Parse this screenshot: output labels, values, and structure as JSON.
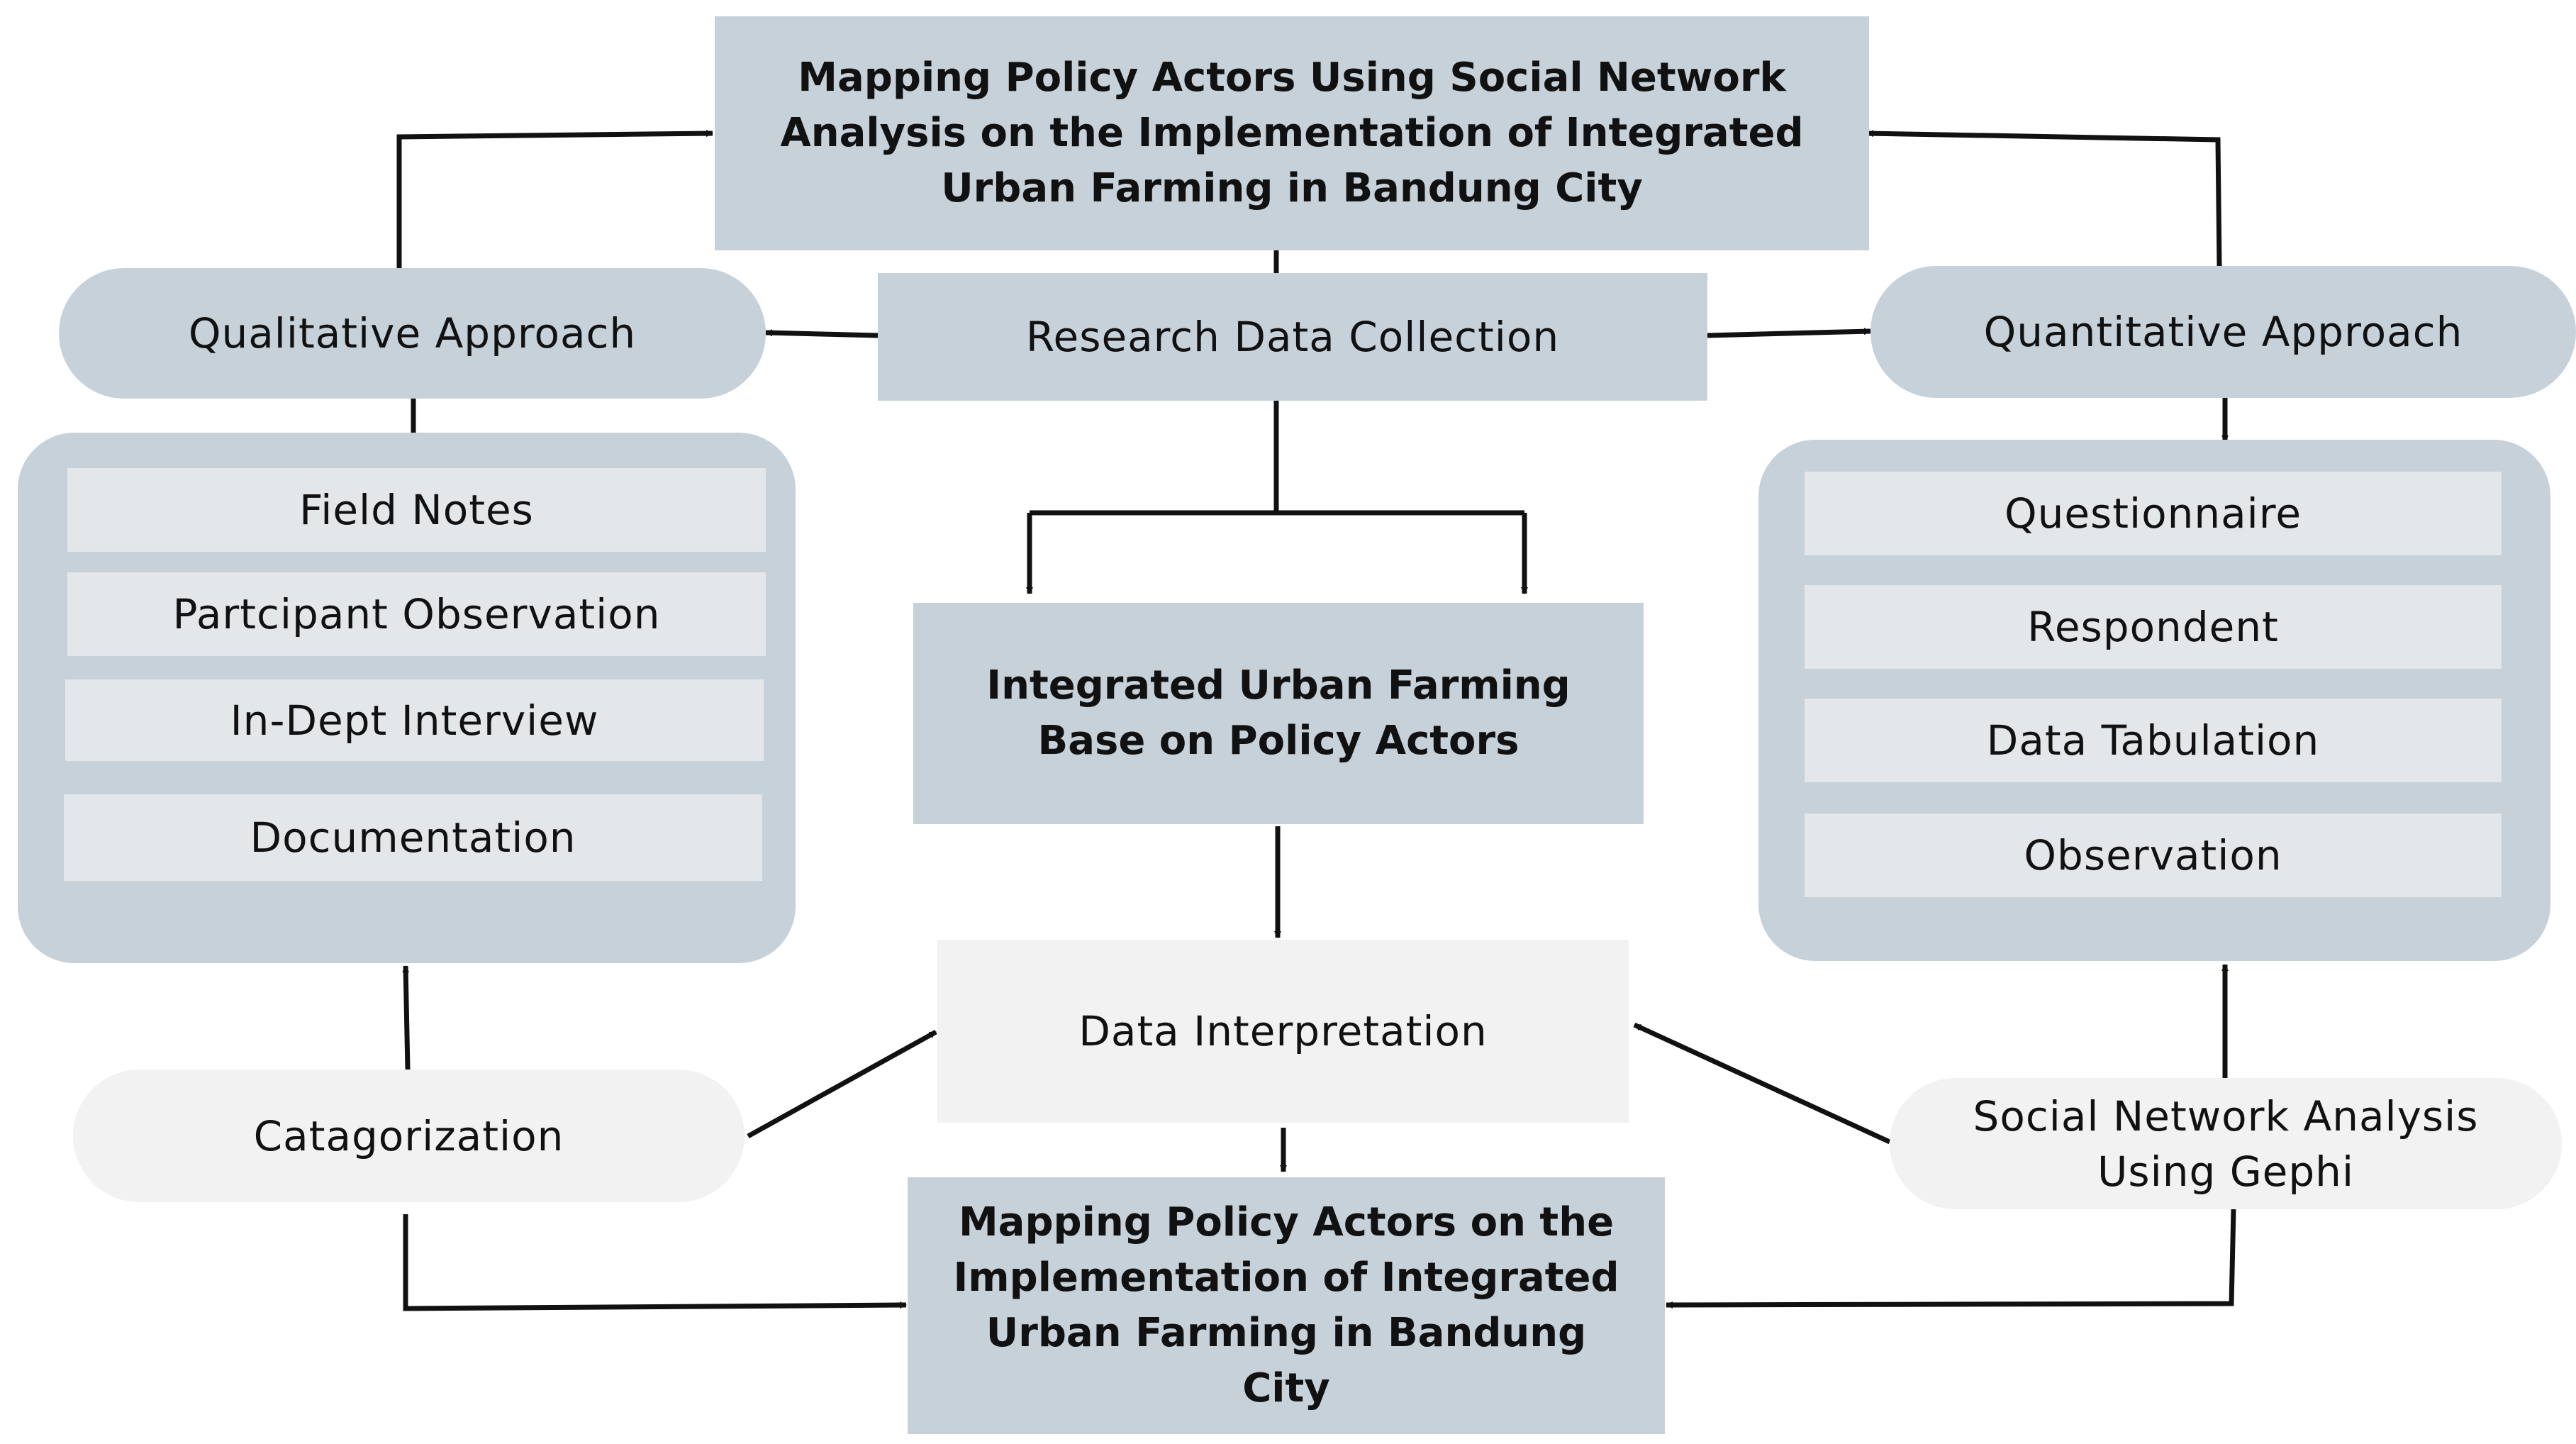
{
  "title": "Mapping Policy Actors Using Social Network Analysis on the Implementation of Integrated Urban Farming in Bandung City",
  "research_data_collection": "Research Data Collection",
  "qualitative": {
    "label": "Qualitative Approach",
    "items": [
      "Field Notes",
      "Partcipant Observation",
      "In-Dept Interview",
      "Documentation"
    ]
  },
  "quantitative": {
    "label": "Quantitative Approach",
    "items": [
      "Questionnaire",
      "Respondent",
      "Data Tabulation",
      "Observation"
    ]
  },
  "integrated_base": "Integrated Urban Farming Base on Policy Actors",
  "data_interpretation": "Data Interpretation",
  "categorization": "Catagorization",
  "sna_gephi": "Social Network Analysis Using Gephi",
  "result": "Mapping Policy Actors on the Implementation of Integrated Urban Farming in Bandung City",
  "colors": {
    "box_dark": "#c6d1da",
    "box_light": "#f2f2f3",
    "list_item": "#e4e7ea",
    "line": "#111111"
  }
}
